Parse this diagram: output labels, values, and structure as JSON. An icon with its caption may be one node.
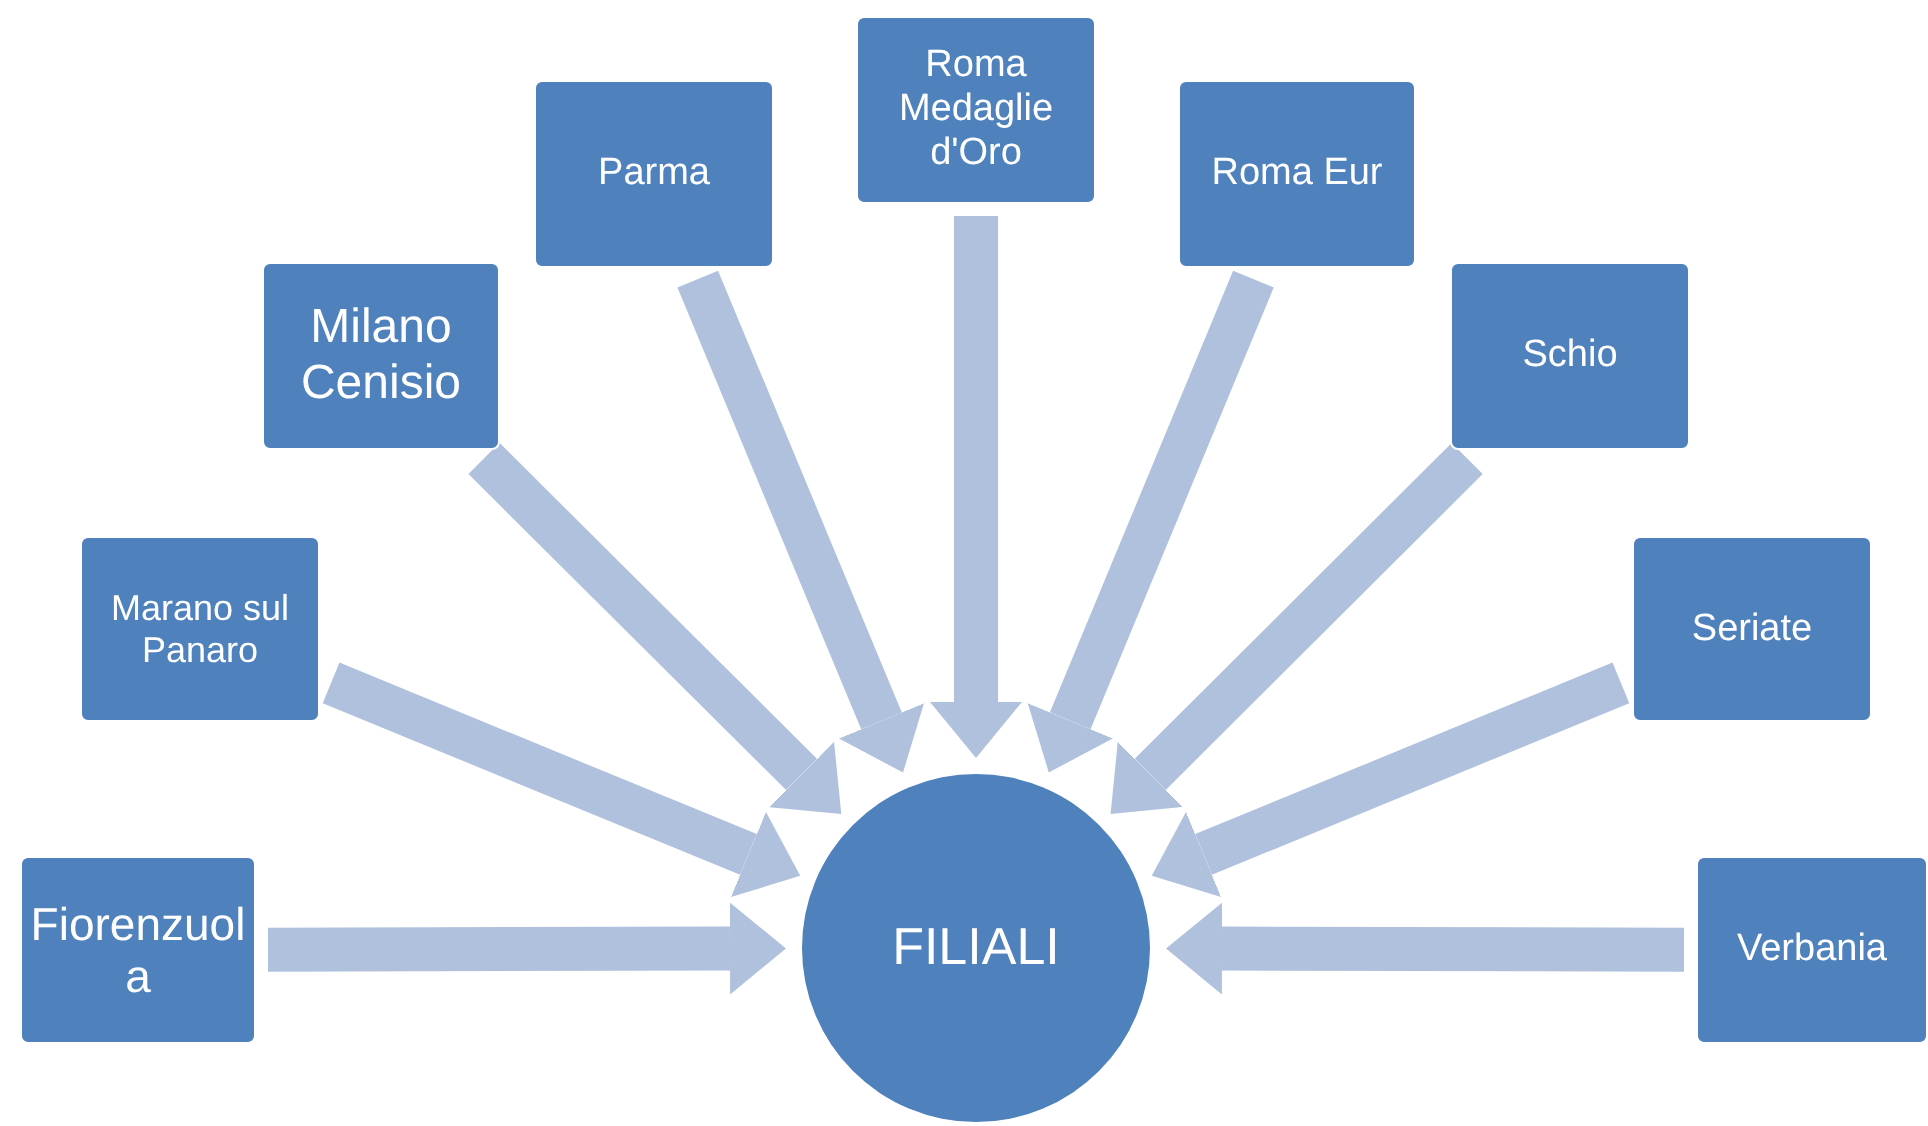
{
  "diagram": {
    "nodes": [
      {
        "text": [
          "Fiorenzuola"
        ]
      },
      {
        "text": [
          "Marano sul Panaro"
        ]
      },
      {
        "text": [
          "Milano Cenisio"
        ]
      },
      {
        "text": [
          "Parma"
        ]
      },
      {
        "text": [
          "Roma Medaglie d'Oro"
        ]
      },
      {
        "text": [
          "Roma Eur"
        ]
      },
      {
        "text": [
          "Schio"
        ]
      },
      {
        "text": [
          "Seriate"
        ]
      },
      {
        "text": [
          "Verbania"
        ]
      },
      {
        "text": [
          "FILIALI"
        ]
      }
    ],
    "edges": [
      {
        "from": 0,
        "to": 9,
        "arrow": "to"
      },
      {
        "from": 1,
        "to": 9,
        "arrow": "to"
      },
      {
        "from": 2,
        "to": 9,
        "arrow": "to"
      },
      {
        "from": 3,
        "to": 9,
        "arrow": "to"
      },
      {
        "from": 4,
        "to": 9,
        "arrow": "to"
      },
      {
        "from": 5,
        "to": 9,
        "arrow": "to"
      },
      {
        "from": 6,
        "to": 9,
        "arrow": "to"
      },
      {
        "from": 7,
        "to": 9,
        "arrow": "to"
      },
      {
        "from": 8,
        "to": 9,
        "arrow": "to"
      }
    ]
  }
}
